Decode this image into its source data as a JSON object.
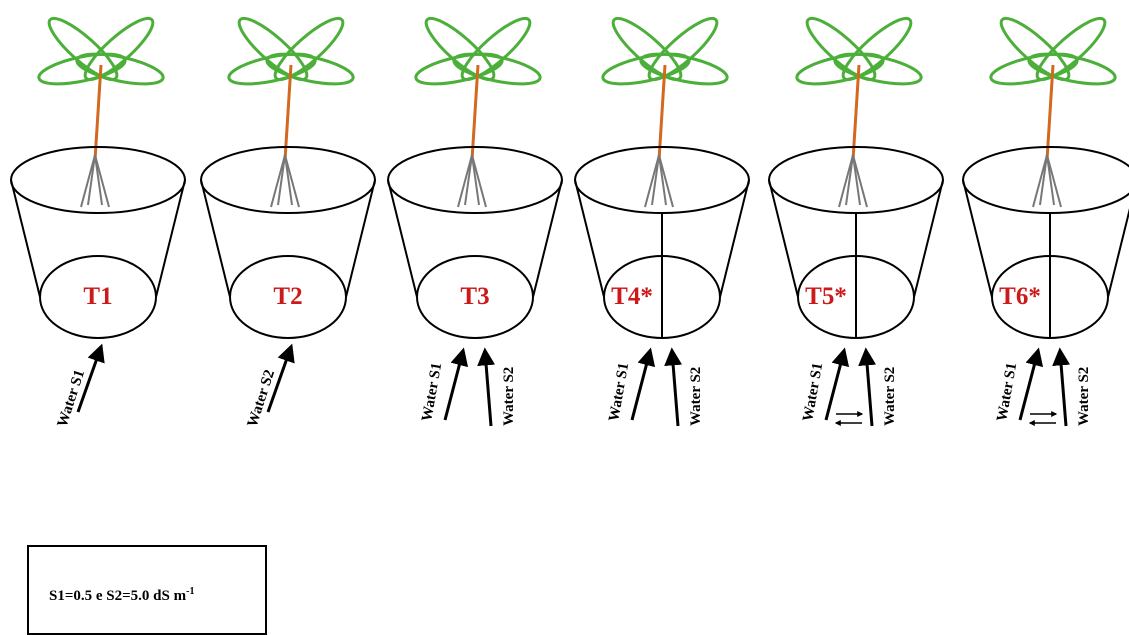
{
  "pots": [
    {
      "label": "T1",
      "split": false,
      "inputs": [
        "Water S1"
      ],
      "exchange": false
    },
    {
      "label": "T2",
      "split": false,
      "inputs": [
        "Water S2"
      ],
      "exchange": false
    },
    {
      "label": "T3",
      "split": false,
      "inputs": [
        "Water S1",
        "Water S2"
      ],
      "exchange": false
    },
    {
      "label": "T4*",
      "split": true,
      "inputs": [
        "Water S1",
        "Water S2"
      ],
      "exchange": false
    },
    {
      "label": "T5*",
      "split": true,
      "inputs": [
        "Water S1",
        "Water S2"
      ],
      "exchange": true
    },
    {
      "label": "T6*",
      "split": true,
      "inputs": [
        "Water S1",
        "Water S2"
      ],
      "exchange": true
    }
  ],
  "legend": {
    "main": "S1=0.5 e  S2=5.0 dS m",
    "superscript": "-1"
  },
  "colors": {
    "leaf": "#4caf3a",
    "stem": "#d2691e",
    "label": "#cc1a1a",
    "line": "#000000",
    "root": "#777777"
  },
  "icons": [
    "plant-icon",
    "pot-icon",
    "arrow-icon"
  ]
}
